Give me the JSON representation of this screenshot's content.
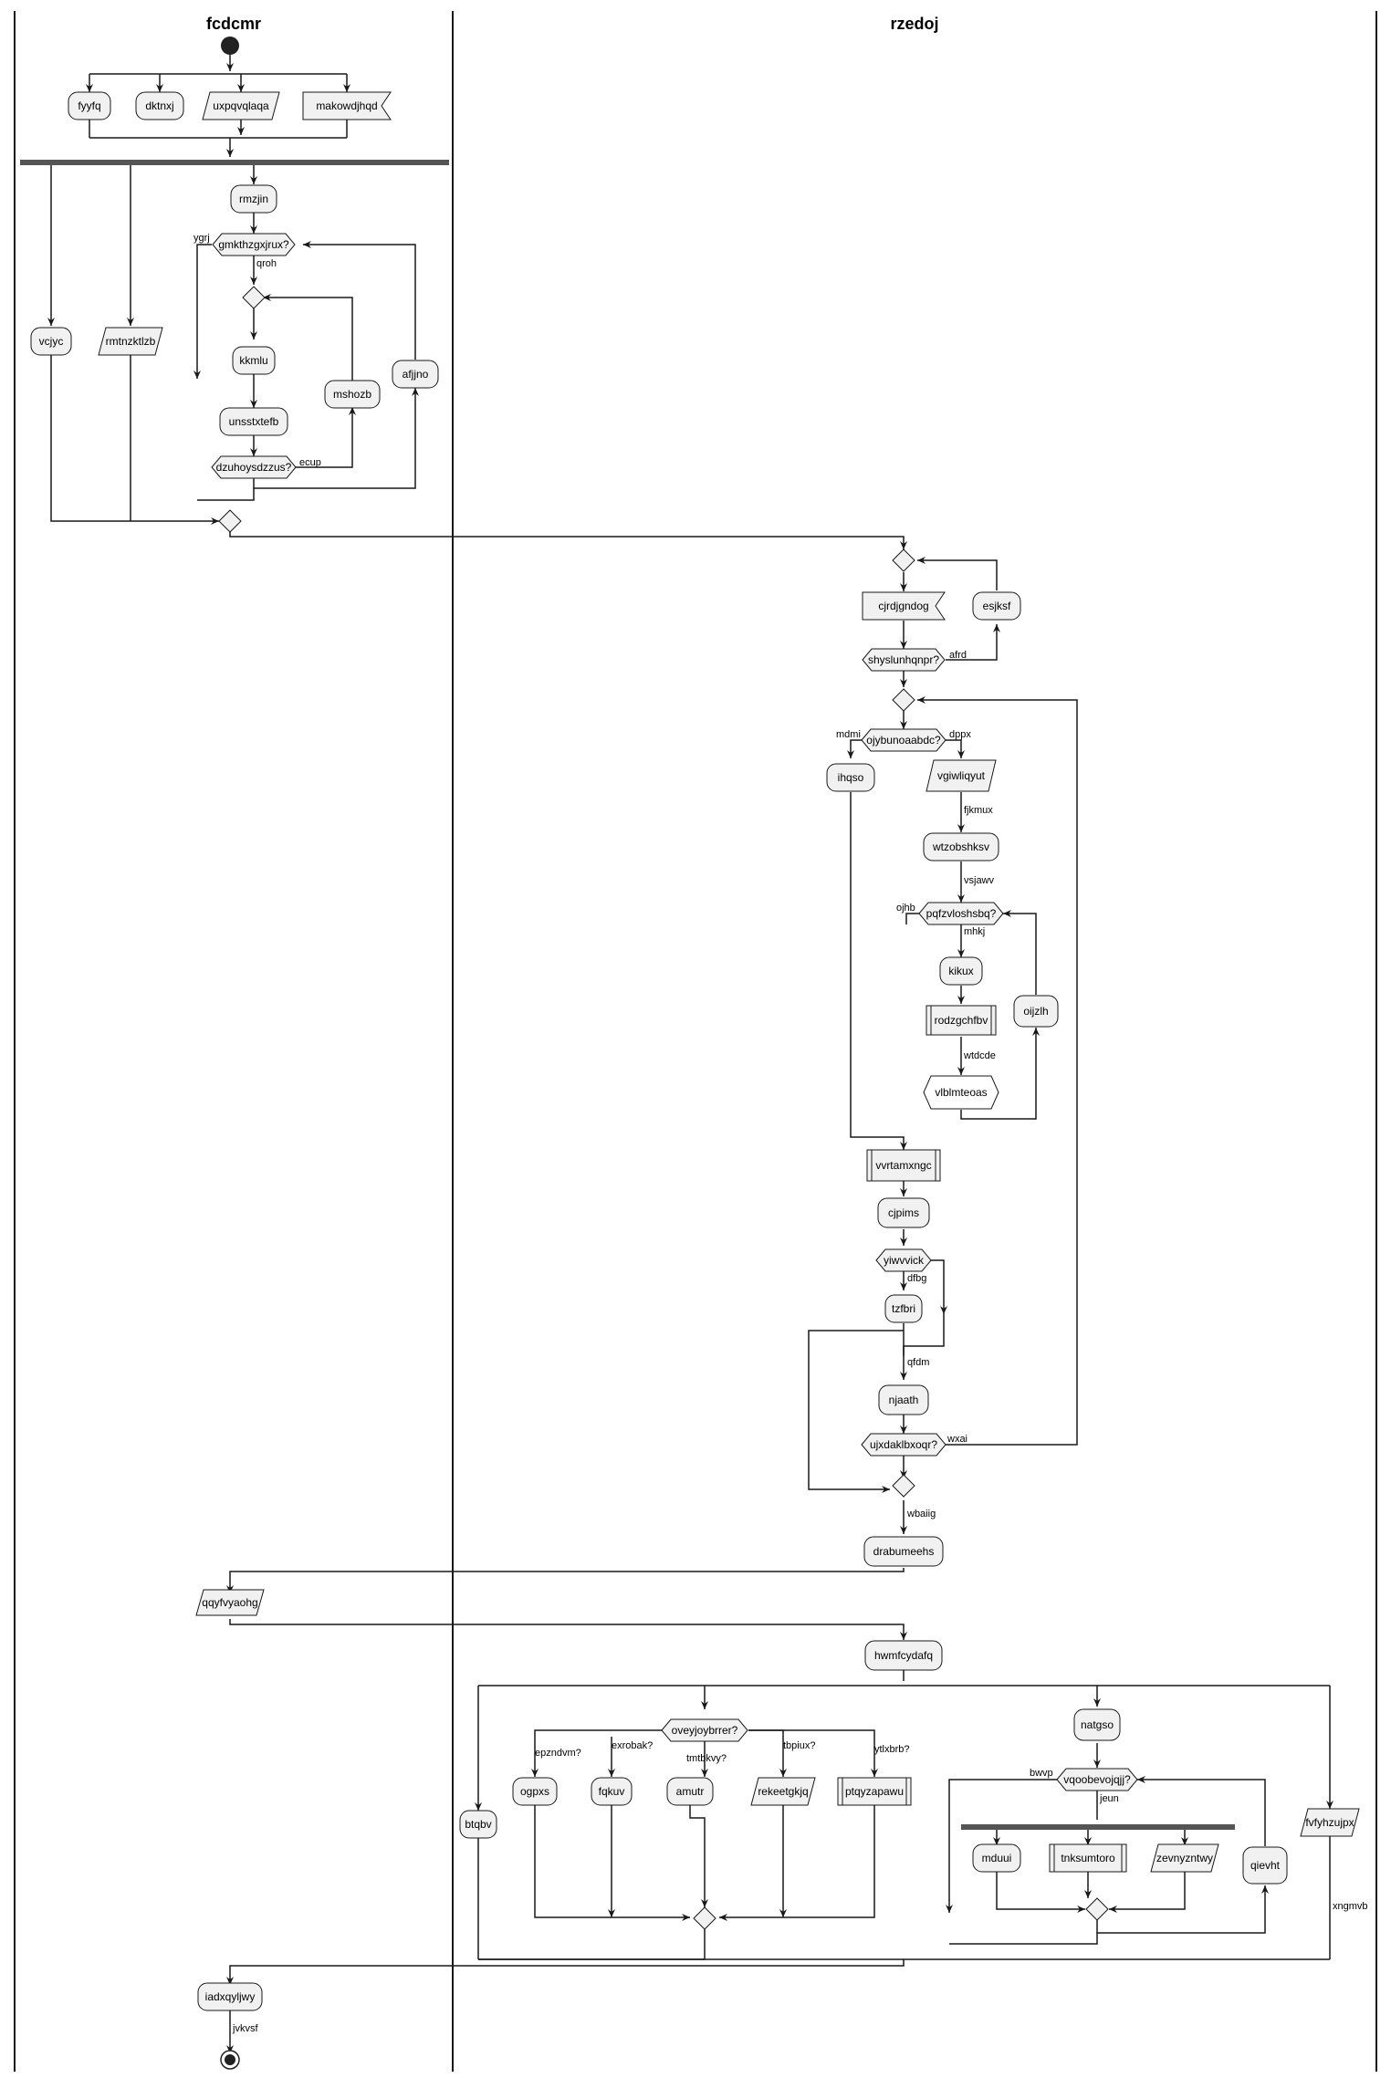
{
  "lanes": [
    {
      "id": "lane1",
      "title": "fcdcmr"
    },
    {
      "id": "lane2",
      "title": "rzedoj"
    }
  ],
  "nodes": [
    {
      "id": "n_fyyfq",
      "label": "fyyfq",
      "shape": "action"
    },
    {
      "id": "n_dktnxj",
      "label": "dktnxj",
      "shape": "action"
    },
    {
      "id": "n_uxpqvqlaqa",
      "label": "uxpqvqlaqa",
      "shape": "input"
    },
    {
      "id": "n_makowdjhqd",
      "label": "makowdjhqd",
      "shape": "receive"
    },
    {
      "id": "n_rmzjin",
      "label": "rmzjin",
      "shape": "action"
    },
    {
      "id": "n_gmkthzgxjrux",
      "label": "gmkthzgxjrux?",
      "shape": "decision"
    },
    {
      "id": "n_kkmlu",
      "label": "kkmlu",
      "shape": "action"
    },
    {
      "id": "n_unsstxtefb",
      "label": "unsstxtefb",
      "shape": "action"
    },
    {
      "id": "n_mshozb",
      "label": "mshozb",
      "shape": "action"
    },
    {
      "id": "n_afjjno",
      "label": "afjjno",
      "shape": "action"
    },
    {
      "id": "n_dzuhoysdzzus",
      "label": "dzuhoysdzzus?",
      "shape": "decision"
    },
    {
      "id": "n_vcjyc",
      "label": "vcjyc",
      "shape": "action"
    },
    {
      "id": "n_rmtnzktlzb",
      "label": "rmtnzktlzb",
      "shape": "input"
    },
    {
      "id": "n_cjrdjgndog",
      "label": "cjrdjgndog",
      "shape": "receive"
    },
    {
      "id": "n_esjksf",
      "label": "esjksf",
      "shape": "action"
    },
    {
      "id": "n_shyslunhqnpr",
      "label": "shyslunhqnpr?",
      "shape": "decision"
    },
    {
      "id": "n_ojybunoaabdc",
      "label": "ojybunoaabdc?",
      "shape": "decision"
    },
    {
      "id": "n_ihqso",
      "label": "ihqso",
      "shape": "action"
    },
    {
      "id": "n_vgiwliqyut",
      "label": "vgiwliqyut",
      "shape": "input"
    },
    {
      "id": "n_wtzobshksv",
      "label": "wtzobshksv",
      "shape": "action"
    },
    {
      "id": "n_pqfzvloshsbq",
      "label": "pqfzvloshsbq?",
      "shape": "decision"
    },
    {
      "id": "n_kikux",
      "label": "kikux",
      "shape": "action"
    },
    {
      "id": "n_rodzgchfbv",
      "label": "rodzgchfbv",
      "shape": "subprocess"
    },
    {
      "id": "n_vlblmteoas",
      "label": "vlblmteoas",
      "shape": "hexagon"
    },
    {
      "id": "n_oijzlh",
      "label": "oijzlh",
      "shape": "action"
    },
    {
      "id": "n_vvrtamxngc",
      "label": "vvrtamxngc",
      "shape": "subprocess"
    },
    {
      "id": "n_cjpims",
      "label": "cjpims",
      "shape": "action"
    },
    {
      "id": "n_yiwvvick",
      "label": "yiwvvick",
      "shape": "decision"
    },
    {
      "id": "n_tzfbri",
      "label": "tzfbri",
      "shape": "action"
    },
    {
      "id": "n_njaath",
      "label": "njaath",
      "shape": "action"
    },
    {
      "id": "n_ujxdaklbxoqr",
      "label": "ujxdaklbxoqr?",
      "shape": "decision"
    },
    {
      "id": "n_drabumeehs",
      "label": "drabumeehs",
      "shape": "action"
    },
    {
      "id": "n_qqyfvyaohg",
      "label": "qqyfvyaohg",
      "shape": "input"
    },
    {
      "id": "n_hwmfcydafq",
      "label": "hwmfcydafq",
      "shape": "action"
    },
    {
      "id": "n_btqbv",
      "label": "btqbv",
      "shape": "action"
    },
    {
      "id": "n_oveyjoybrrer",
      "label": "oveyjoybrrer?",
      "shape": "decision"
    },
    {
      "id": "n_ogpxs",
      "label": "ogpxs",
      "shape": "action"
    },
    {
      "id": "n_fqkuv",
      "label": "fqkuv",
      "shape": "action"
    },
    {
      "id": "n_amutr",
      "label": "amutr",
      "shape": "action"
    },
    {
      "id": "n_rekeetgkjq",
      "label": "rekeetgkjq",
      "shape": "input"
    },
    {
      "id": "n_ptqyzapawu",
      "label": "ptqyzapawu",
      "shape": "subprocess"
    },
    {
      "id": "n_natgso",
      "label": "natgso",
      "shape": "action"
    },
    {
      "id": "n_vqoobevojqjj",
      "label": "vqoobevojqjj?",
      "shape": "decision"
    },
    {
      "id": "n_mduui",
      "label": "mduui",
      "shape": "action"
    },
    {
      "id": "n_tnksumtoro",
      "label": "tnksumtoro",
      "shape": "subprocess"
    },
    {
      "id": "n_zevnyzntwy",
      "label": "zevnyzntwy",
      "shape": "input"
    },
    {
      "id": "n_qievht",
      "label": "qievht",
      "shape": "action"
    },
    {
      "id": "n_fvfyhzujpx",
      "label": "fvfyhzujpx",
      "shape": "input"
    },
    {
      "id": "n_iadxqyljwy",
      "label": "iadxqyljwy",
      "shape": "action"
    }
  ],
  "edge_labels": [
    {
      "id": "l_ygrj",
      "text": "ygrj"
    },
    {
      "id": "l_qroh",
      "text": "qroh"
    },
    {
      "id": "l_ecup",
      "text": "ecup"
    },
    {
      "id": "l_afrd",
      "text": "afrd"
    },
    {
      "id": "l_mdmi",
      "text": "mdmi"
    },
    {
      "id": "l_dppx",
      "text": "dppx"
    },
    {
      "id": "l_fjkmux",
      "text": "fjkmux"
    },
    {
      "id": "l_vsjawv",
      "text": "vsjawv"
    },
    {
      "id": "l_ojhb",
      "text": "ojhb"
    },
    {
      "id": "l_mhkj",
      "text": "mhkj"
    },
    {
      "id": "l_wtdcde",
      "text": "wtdcde"
    },
    {
      "id": "l_dfbg",
      "text": "dfbg"
    },
    {
      "id": "l_qfdm",
      "text": "qfdm"
    },
    {
      "id": "l_wxai",
      "text": "wxai"
    },
    {
      "id": "l_wbaiig",
      "text": "wbaiig"
    },
    {
      "id": "l_epzndvm",
      "text": "epzndvm?"
    },
    {
      "id": "l_exrobak",
      "text": "exrobak?"
    },
    {
      "id": "l_tmtbkvy",
      "text": "tmtbkvy?"
    },
    {
      "id": "l_tbpiux",
      "text": "tbpiux?"
    },
    {
      "id": "l_ytlxbrb",
      "text": "ytlxbrb?"
    },
    {
      "id": "l_bwvp",
      "text": "bwvp"
    },
    {
      "id": "l_jeun",
      "text": "jeun"
    },
    {
      "id": "l_xngmvb",
      "text": "xngmvb"
    },
    {
      "id": "l_jvkvsf",
      "text": "jvkvsf"
    }
  ],
  "colors": {
    "node_fill": "#f1f1f1",
    "stroke": "#181818",
    "background": "#ffffff"
  }
}
